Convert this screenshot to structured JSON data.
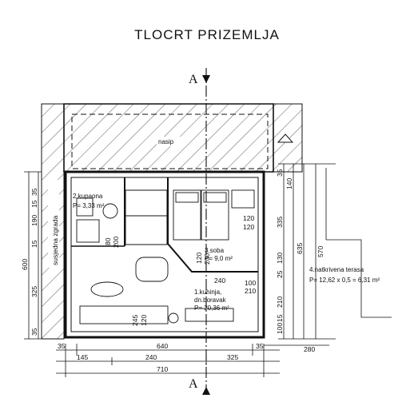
{
  "title": "TLOCRT PRIZEMLJA",
  "section_marker": "A",
  "labels": {
    "fill": "nasip",
    "neighbor": "susjedna zgrada",
    "bathroom_name": "2.kupaona",
    "bathroom_area": "P= 3,33 m²",
    "room_name": "3.soba",
    "room_area": "P= 9,0 m²",
    "kitchen_name": "1.kuhinja,",
    "kitchen_name2": "dn.boravak",
    "kitchen_area": "P= 20,36 m²",
    "terrace_name": "4.natkrivena terasa",
    "terrace_area": "P= 12,62 x 0,5 = 6,31 m²"
  },
  "dims": {
    "bottom1": [
      "35",
      "640",
      "35"
    ],
    "bottom2": [
      "145",
      "240",
      "325"
    ],
    "bottom_total": "710",
    "left": [
      "35",
      "15",
      "190",
      "15",
      "325",
      "35"
    ],
    "left_total": "600",
    "right": [
      "35",
      "140",
      "335",
      "130",
      "25",
      "210",
      "15",
      "100"
    ],
    "right_total": "635",
    "right_far": "570",
    "right_bottom": "280",
    "openings": [
      "120",
      "120",
      "80",
      "200",
      "200",
      "120",
      "240",
      "100",
      "210",
      "120",
      "245"
    ]
  }
}
